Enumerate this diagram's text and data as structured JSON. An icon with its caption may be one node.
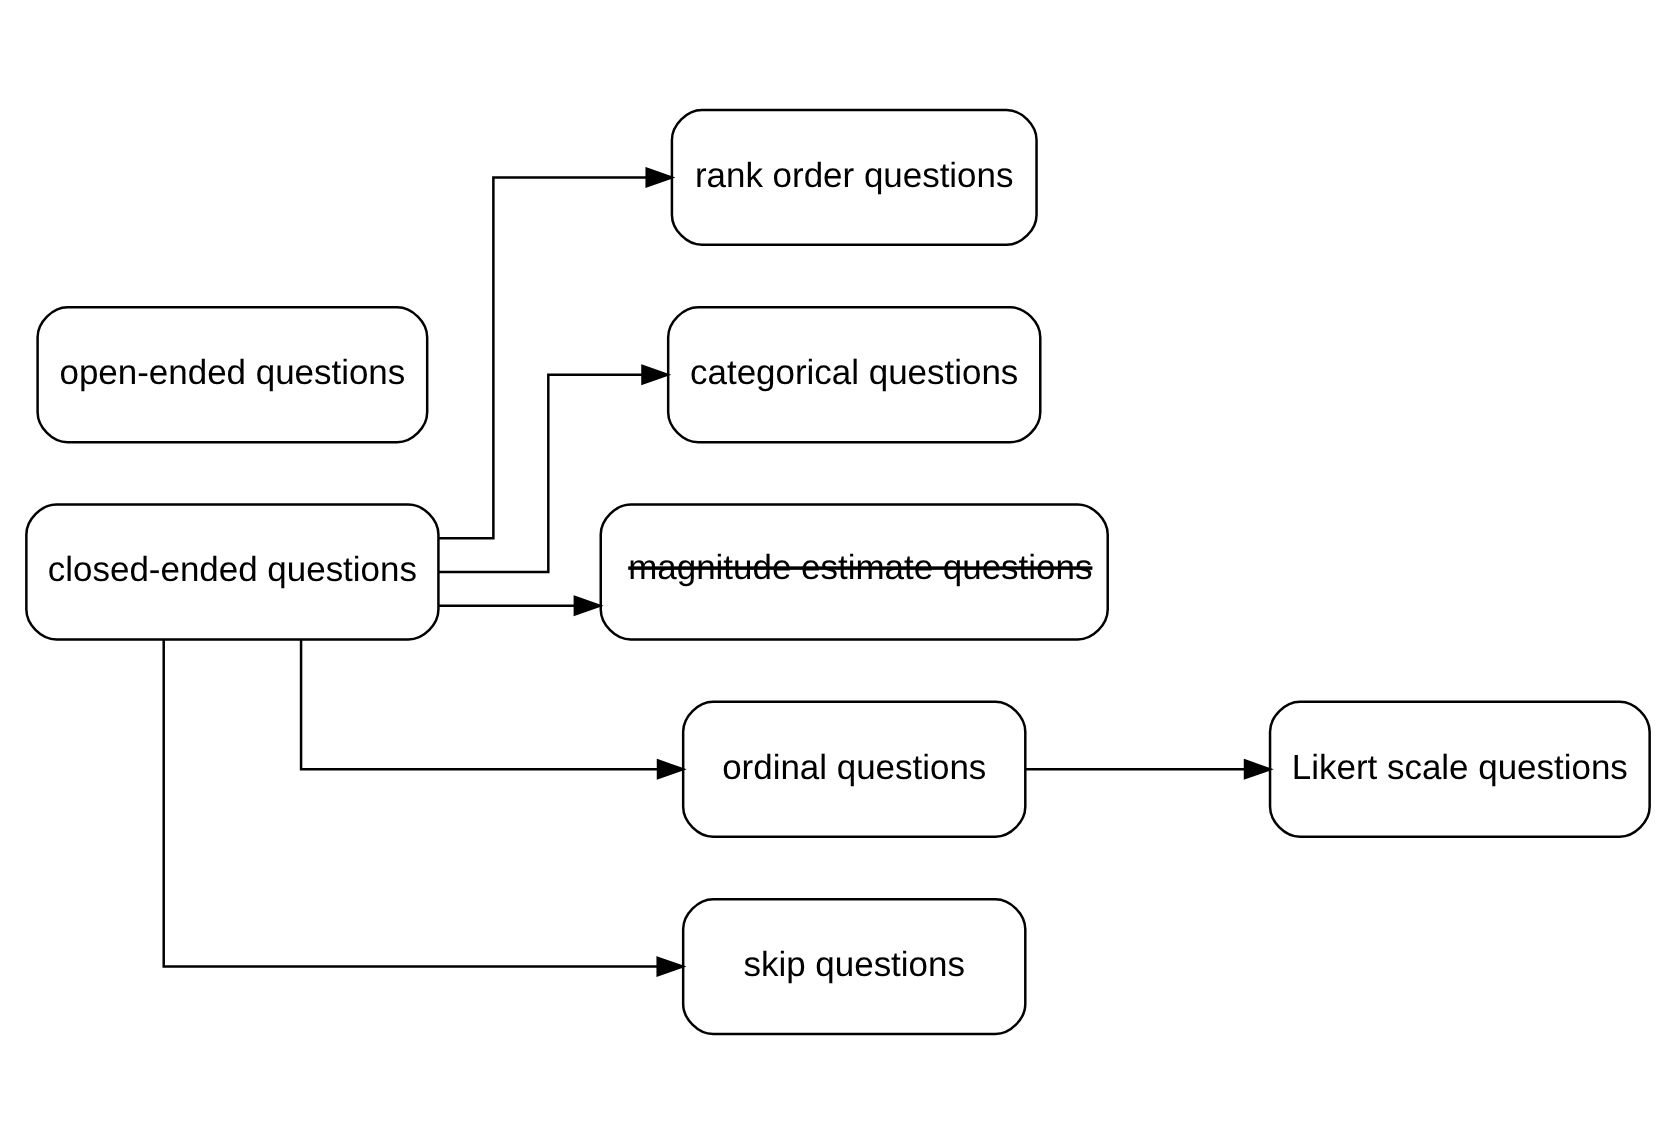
{
  "diagram": {
    "nodes": [
      {
        "text": [
          "open-ended questions"
        ]
      },
      {
        "text": [
          "closed-ended questions"
        ]
      },
      {
        "text": [
          "rank order questions"
        ]
      },
      {
        "text": [
          "categorical questions"
        ]
      },
      {
        "text": [
          "magnitude estimate questions"
        ]
      },
      {
        "text": [
          "ordinal questions"
        ]
      },
      {
        "text": [
          "Likert scale questions"
        ]
      },
      {
        "text": [
          "skip questions"
        ]
      }
    ],
    "edges": [
      {
        "from": 1,
        "to": 2,
        "arrow": "to"
      },
      {
        "from": 1,
        "to": 3,
        "arrow": "to"
      },
      {
        "from": 1,
        "to": 4,
        "arrow": "to"
      },
      {
        "from": 1,
        "to": 5,
        "arrow": "to"
      },
      {
        "from": 1,
        "to": 7,
        "arrow": "to"
      },
      {
        "from": 5,
        "to": 6,
        "arrow": "to"
      }
    ]
  }
}
